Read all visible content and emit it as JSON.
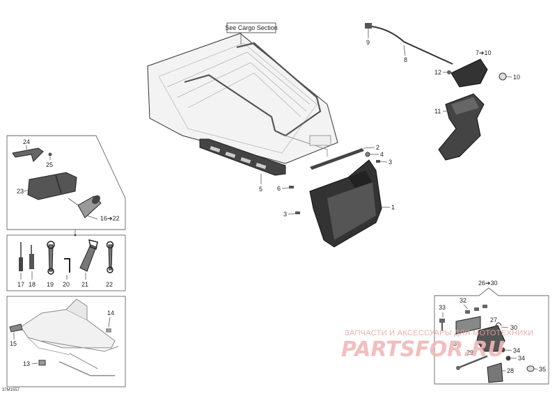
{
  "callout": {
    "label": "See Cargo Section"
  },
  "labels": {
    "p1": "1",
    "p2": "2",
    "p3a": "3",
    "p3b": "3",
    "p4": "4",
    "p5": "5",
    "p6": "6",
    "p7": "7➔10",
    "p8": "8",
    "p9": "9",
    "p10": "10",
    "p11": "11",
    "p12": "12",
    "p13": "13",
    "p14": "14",
    "p15": "15",
    "p16": "16➔22",
    "p17": "17",
    "p18": "18",
    "p19": "19",
    "p20": "20",
    "p21": "21",
    "p22": "22",
    "p23": "23",
    "p24": "24",
    "p25": "25",
    "p26": "26➔30",
    "p27": "27",
    "p28": "28",
    "p29": "29",
    "p30": "30",
    "p31": "31",
    "p32": "32",
    "p33": "33",
    "p34a": "34",
    "p34b": "34",
    "p35": "35"
  },
  "watermark": {
    "line1": "ЗАПЧАСТИ И АКСЕССУАРЫ ДЛЯ МОТОТЕХНИКИ",
    "line2": "PARTSFOR.RU"
  },
  "drawing_number": "37M1557"
}
